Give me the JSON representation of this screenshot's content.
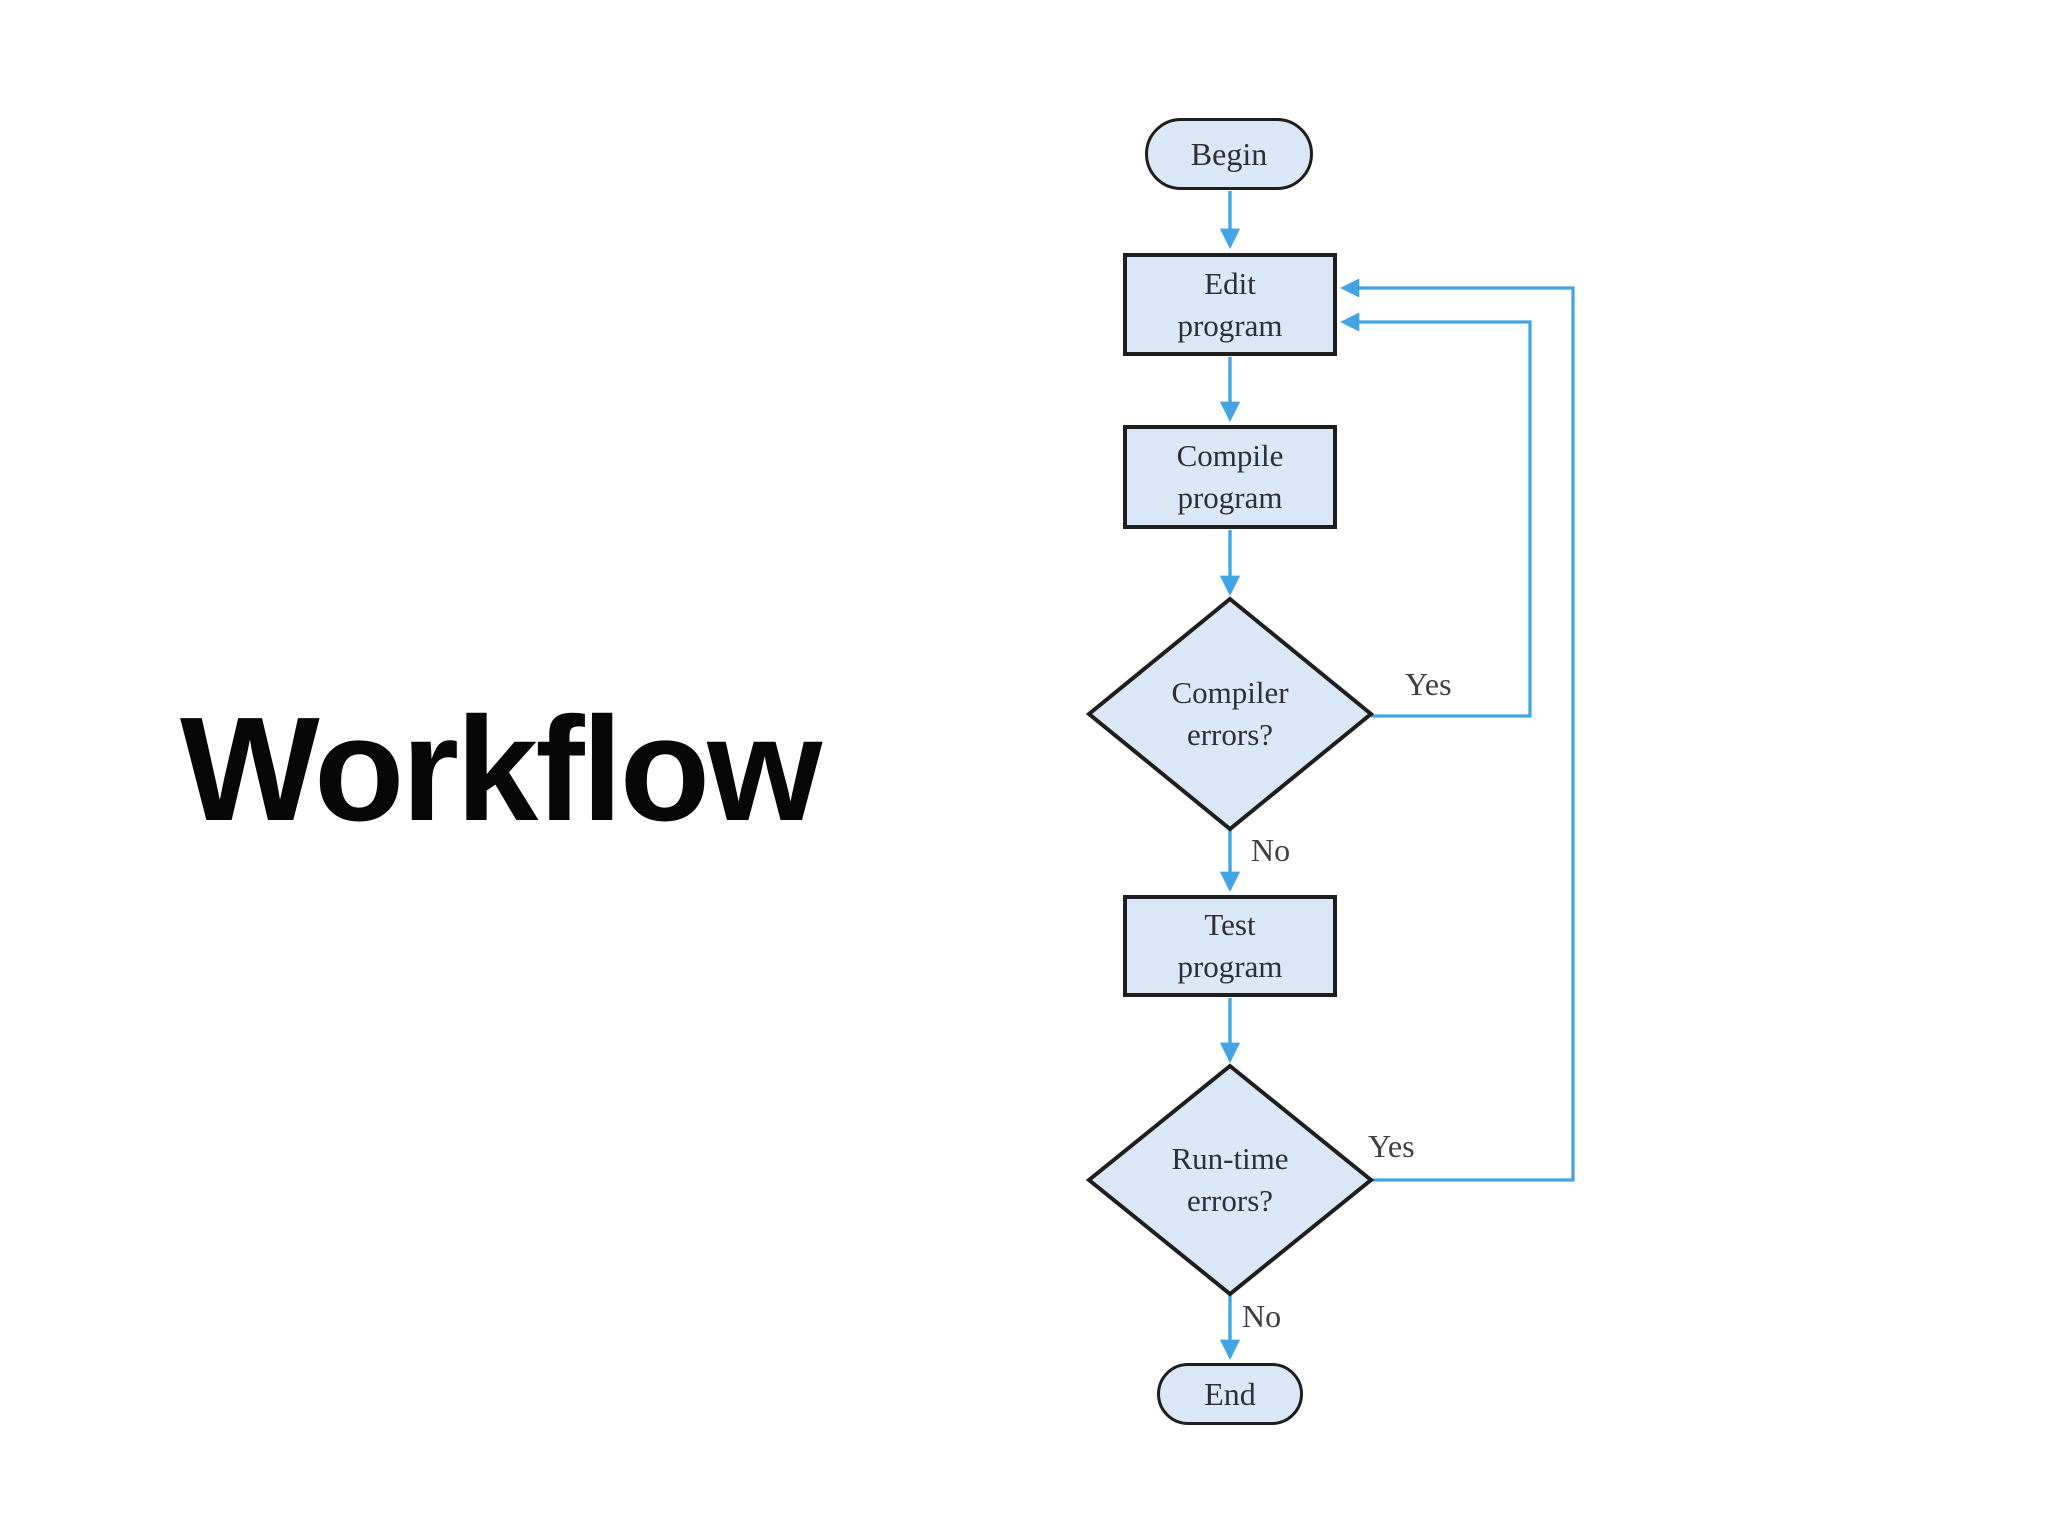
{
  "slide": {
    "title": "Workflow"
  },
  "colors": {
    "background": "#ffffff",
    "shape_fill": "#d9e7f7",
    "shape_border": "#1e1e1e",
    "arrow": "#43a4e4",
    "node_text": "#2e2e33",
    "title_text": "#070707",
    "edge_label_text": "#3f3f46"
  },
  "flowchart": {
    "nodes": [
      {
        "id": "begin",
        "type": "terminator",
        "label": "Begin"
      },
      {
        "id": "edit-program",
        "type": "process",
        "label": "Edit\nprogram"
      },
      {
        "id": "compile-program",
        "type": "process",
        "label": "Compile\nprogram"
      },
      {
        "id": "compiler-errors",
        "type": "decision",
        "label": "Compiler\nerrors?"
      },
      {
        "id": "test-program",
        "type": "process",
        "label": "Test\nprogram"
      },
      {
        "id": "runtime-errors",
        "type": "decision",
        "label": "Run-time\nerrors?"
      },
      {
        "id": "end",
        "type": "terminator",
        "label": "End"
      }
    ],
    "edges": [
      {
        "from": "begin",
        "to": "edit-program"
      },
      {
        "from": "edit-program",
        "to": "compile-program"
      },
      {
        "from": "compile-program",
        "to": "compiler-errors"
      },
      {
        "from": "compiler-errors",
        "to": "edit-program",
        "label": "Yes"
      },
      {
        "from": "compiler-errors",
        "to": "test-program",
        "label": "No"
      },
      {
        "from": "test-program",
        "to": "runtime-errors"
      },
      {
        "from": "runtime-errors",
        "to": "edit-program",
        "label": "Yes"
      },
      {
        "from": "runtime-errors",
        "to": "end",
        "label": "No"
      }
    ]
  }
}
